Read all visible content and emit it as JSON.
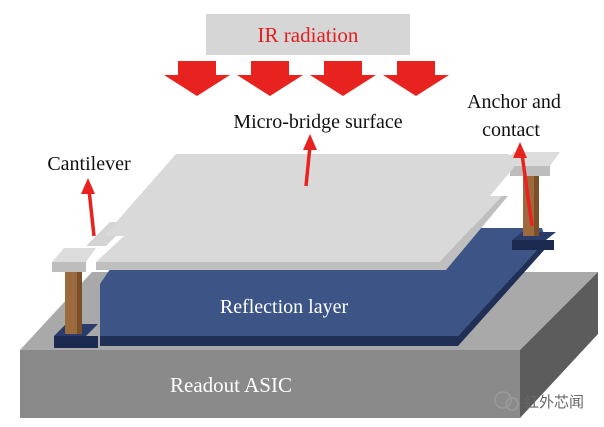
{
  "title_box": {
    "label": "IR radiation",
    "text_color": "#e02020",
    "box_color": "#d6d6d6"
  },
  "labels": {
    "micro_bridge": "Micro-bridge surface",
    "anchor_line1": "Anchor and",
    "anchor_line2": "contact",
    "cantilever": "Cantilever",
    "reflection": "Reflection layer",
    "readout": "Readout ASIC"
  },
  "watermark": {
    "text": "红外芯闻"
  },
  "colors": {
    "arrow_red": "#e8231f",
    "asic_front": "#8a8a8a",
    "asic_top": "#a9a9a9",
    "reflection": "#3c5486",
    "bridge": "#d9d9d9",
    "pillar": "#9c6a3c"
  }
}
